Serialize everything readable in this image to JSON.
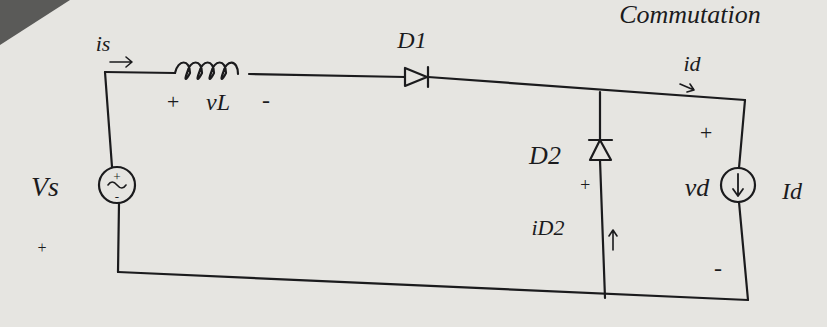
{
  "diagram": {
    "labels": [
      "Commutation",
      "is",
      "+",
      "vL",
      "-",
      "D1",
      "id",
      "D2",
      "+",
      "iD2",
      "vd",
      "Id",
      "+",
      "-",
      "Vs",
      "+",
      "-",
      "+"
    ]
  }
}
